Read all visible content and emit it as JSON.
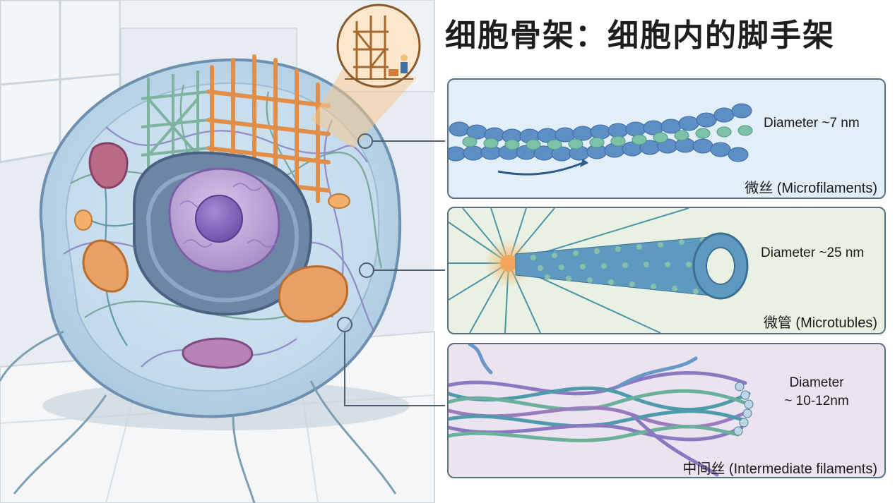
{
  "title": "细胞骨架：细胞内的脚手架",
  "panels": [
    {
      "diameter": "Diameter ~7 nm",
      "label": "微丝 (Microfilaments)"
    },
    {
      "diameter": "Diameter ~25 nm",
      "label": "微管 (Microtubles)"
    },
    {
      "diameter_line1": "Diameter",
      "diameter_line2": "~ 10-12nm",
      "label": "中间丝 (Intermediate filaments)"
    }
  ]
}
